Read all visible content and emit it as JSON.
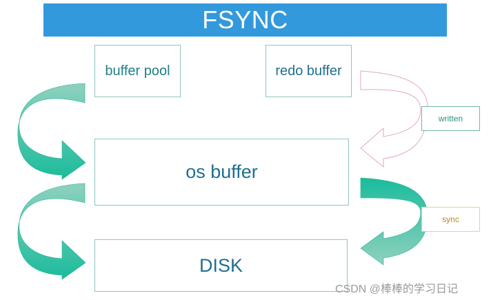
{
  "title": "FSYNC",
  "boxes": {
    "buffer_pool": "buffer pool",
    "redo_buffer": "redo buffer",
    "os_buffer": "os buffer",
    "disk": "DISK"
  },
  "tags": {
    "written": "written",
    "sync": "sync"
  },
  "watermark": "CSDN @棒棒的学习日记",
  "colors": {
    "banner": "#3399dd",
    "arrow_teal": "#1abc9c",
    "arrow_teal_light": "#8fd1bf",
    "arrow_pink_outline": "#e6a7b3"
  }
}
